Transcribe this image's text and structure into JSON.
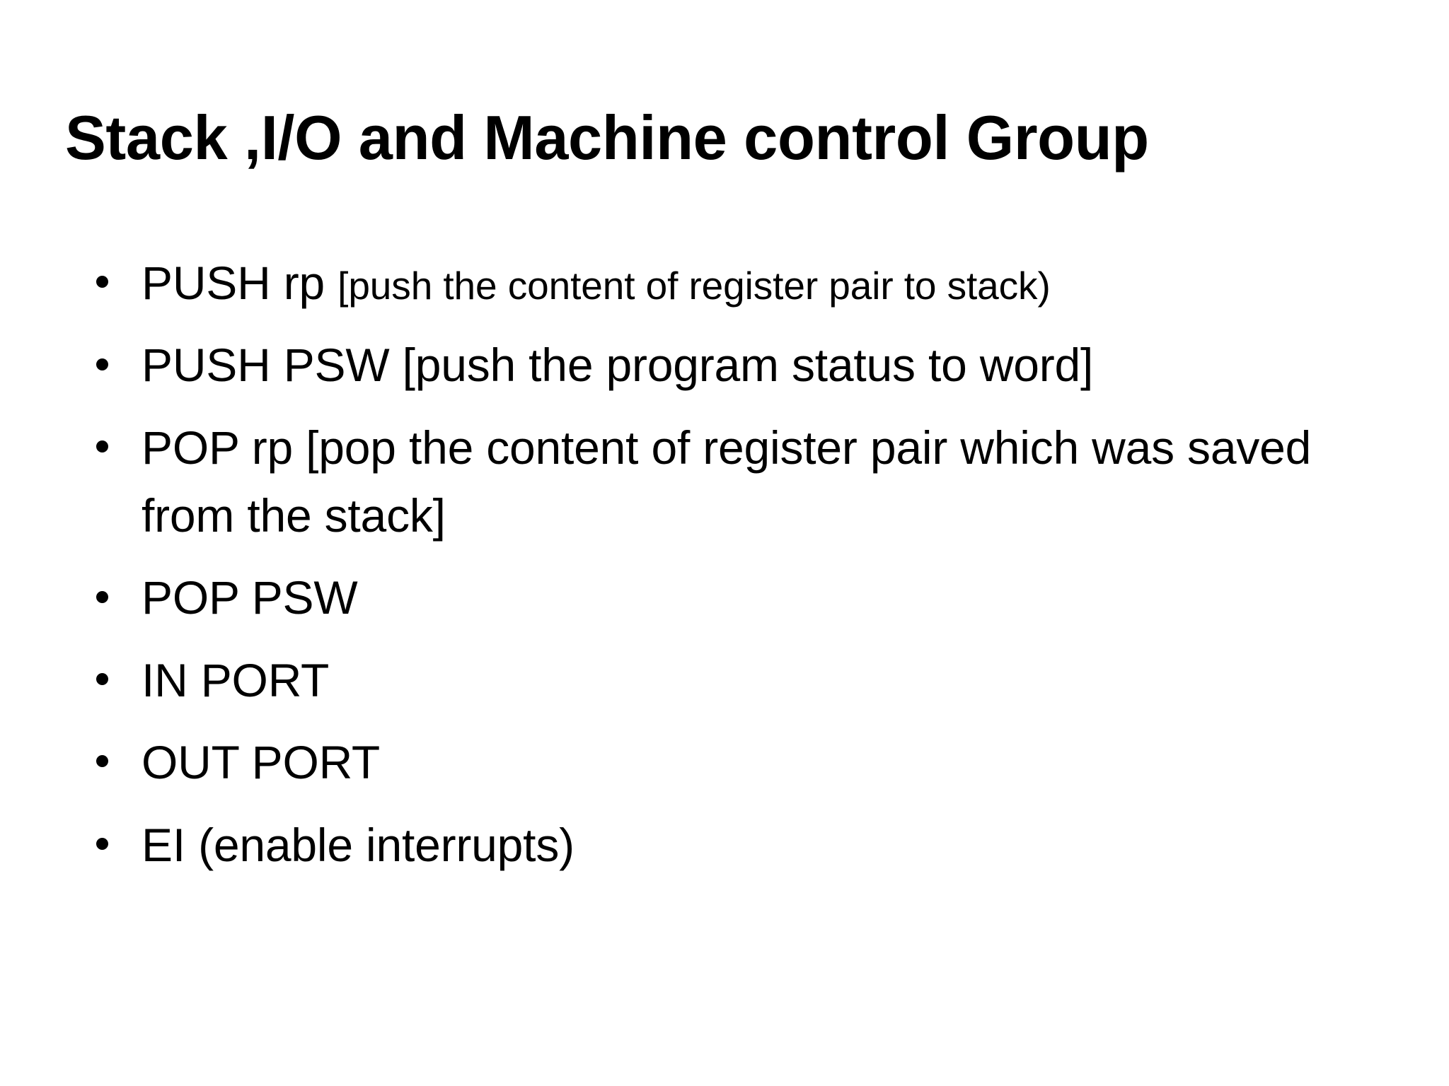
{
  "slide": {
    "background_color": "#ffffff",
    "text_color": "#000000",
    "title": "Stack ,I/O and Machine control Group",
    "bullet_glyph": "•",
    "bullets": [
      {
        "id": "push-rp",
        "lead": "PUSH rp ",
        "annotation": "[push the content of register pair to stack)",
        "full_text": "PUSH rp [push the content of register pair to stack)"
      },
      {
        "id": "push-psw",
        "lead": "PUSH PSW [push the program status to word]",
        "annotation": "",
        "full_text": "PUSH PSW [push the program status to word]"
      },
      {
        "id": "pop-rp",
        "lead": "POP rp [pop the content of register pair which was saved from the stack]",
        "annotation": "",
        "full_text": "POP rp [pop the content of register pair which was saved from the stack]"
      },
      {
        "id": "pop-psw",
        "lead": "POP PSW",
        "annotation": "",
        "full_text": "POP PSW"
      },
      {
        "id": "in-port",
        "lead": "IN PORT",
        "annotation": "",
        "full_text": "IN PORT"
      },
      {
        "id": "out-port",
        "lead": "OUT PORT",
        "annotation": "",
        "full_text": "OUT PORT"
      },
      {
        "id": "ei",
        "lead": "EI (enable interrupts)",
        "annotation": "",
        "full_text": "EI (enable interrupts)"
      }
    ]
  }
}
